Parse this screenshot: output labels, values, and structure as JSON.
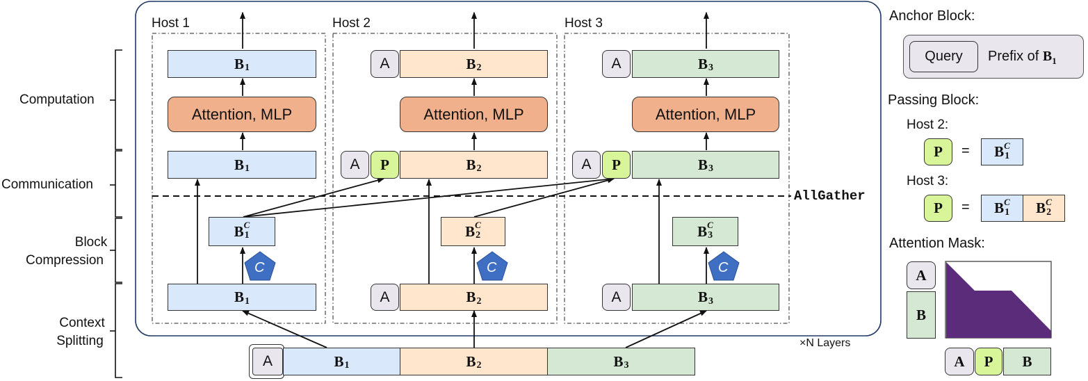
{
  "left_labels": {
    "computation": "Computation",
    "communication": "Communication",
    "block_compression": [
      "Block",
      "Compression"
    ],
    "context_splitting": [
      "Context",
      "Splitting"
    ]
  },
  "hosts": [
    "Host 1",
    "Host 2",
    "Host 3"
  ],
  "blocks": {
    "b": "B",
    "a": "A",
    "p": "P",
    "attention_mlp": "Attention, MLP",
    "compress_icon_letter": "C",
    "sub1": "1",
    "sub2": "2",
    "sub3": "3",
    "sup_c": "C"
  },
  "allgather": "AllGather",
  "layers_note": "×N Layers",
  "legend": {
    "anchor_title": "Anchor Block:",
    "query": "Query",
    "prefix_of": "Prefix of",
    "passing_title": "Passing Block:",
    "host2": "Host 2:",
    "host3": "Host 3:",
    "equals": "=",
    "mask_title": "Attention Mask:"
  },
  "colors": {
    "blue": "#dae8fc",
    "orange": "#ffe6cc",
    "green": "#d5e8d4",
    "anchor": "#eae6ee",
    "passing": "#d9f59a",
    "attention": "#f0b08c",
    "compress": "#3f6fc2",
    "mask": "#5b2c7a"
  }
}
